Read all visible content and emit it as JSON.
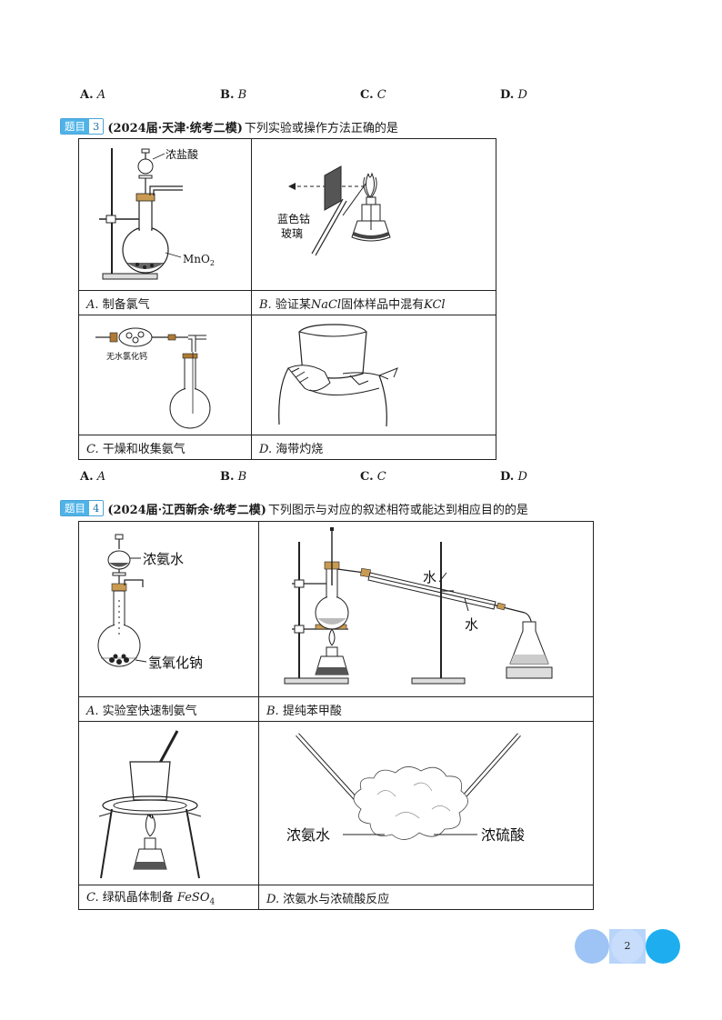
{
  "top_options": [
    {
      "letter": "A.",
      "value": "A"
    },
    {
      "letter": "B.",
      "value": "B"
    },
    {
      "letter": "C.",
      "value": "C"
    },
    {
      "letter": "D.",
      "value": "D"
    }
  ],
  "q3": {
    "tag_label": "题目",
    "tag_num": "3",
    "source": "(2024届·天津·统考二模)",
    "text": "下列实验或操作方法正确的是",
    "cells": {
      "a": {
        "letter": "A.",
        "caption": "制备氯气",
        "labels": {
          "acid": "浓盐酸",
          "mno2": "MnO",
          "mno2_sub": "2"
        }
      },
      "b": {
        "letter": "B.",
        "caption_pre": "验证某",
        "caption_f1": "NaCl",
        "caption_mid": "固体样品中混有",
        "caption_f2": "KCl",
        "labels": {
          "line1": "蓝色钴",
          "line2": "玻璃"
        }
      },
      "c": {
        "letter": "C.",
        "caption": "干燥和收集氨气",
        "labels": {
          "dryer": "无水氯化钙"
        }
      },
      "d": {
        "letter": "D.",
        "caption": "海带灼烧"
      }
    },
    "options": [
      {
        "letter": "A.",
        "value": "A"
      },
      {
        "letter": "B.",
        "value": "B"
      },
      {
        "letter": "C.",
        "value": "C"
      },
      {
        "letter": "D.",
        "value": "D"
      }
    ]
  },
  "q4": {
    "tag_label": "题目",
    "tag_num": "4",
    "source": "(2024届·江西新余·统考二模)",
    "text": "下列图示与对应的叙述相符或能达到相应目的的是",
    "cells": {
      "a": {
        "letter": "A.",
        "caption": "实验室快速制氨气",
        "labels": {
          "top": "浓氨水",
          "bottom": "氢氧化钠"
        }
      },
      "b": {
        "letter": "B.",
        "caption": "提纯苯甲酸",
        "labels": {
          "water1": "水",
          "water2": "水"
        }
      },
      "c": {
        "letter": "C.",
        "caption": "绿矾晶体制备",
        "formula": "FeSO",
        "formula_sub": "4"
      },
      "d": {
        "letter": "D.",
        "caption": "浓氨水与浓硫酸反应",
        "labels": {
          "left": "浓氨水",
          "right": "浓硫酸"
        }
      }
    }
  },
  "page_number": "2",
  "colors": {
    "tag_bg": "#4fb3e8",
    "badge_left": "#9ec3f5",
    "badge_right": "#1eaef0",
    "cork": "#b07a35"
  }
}
